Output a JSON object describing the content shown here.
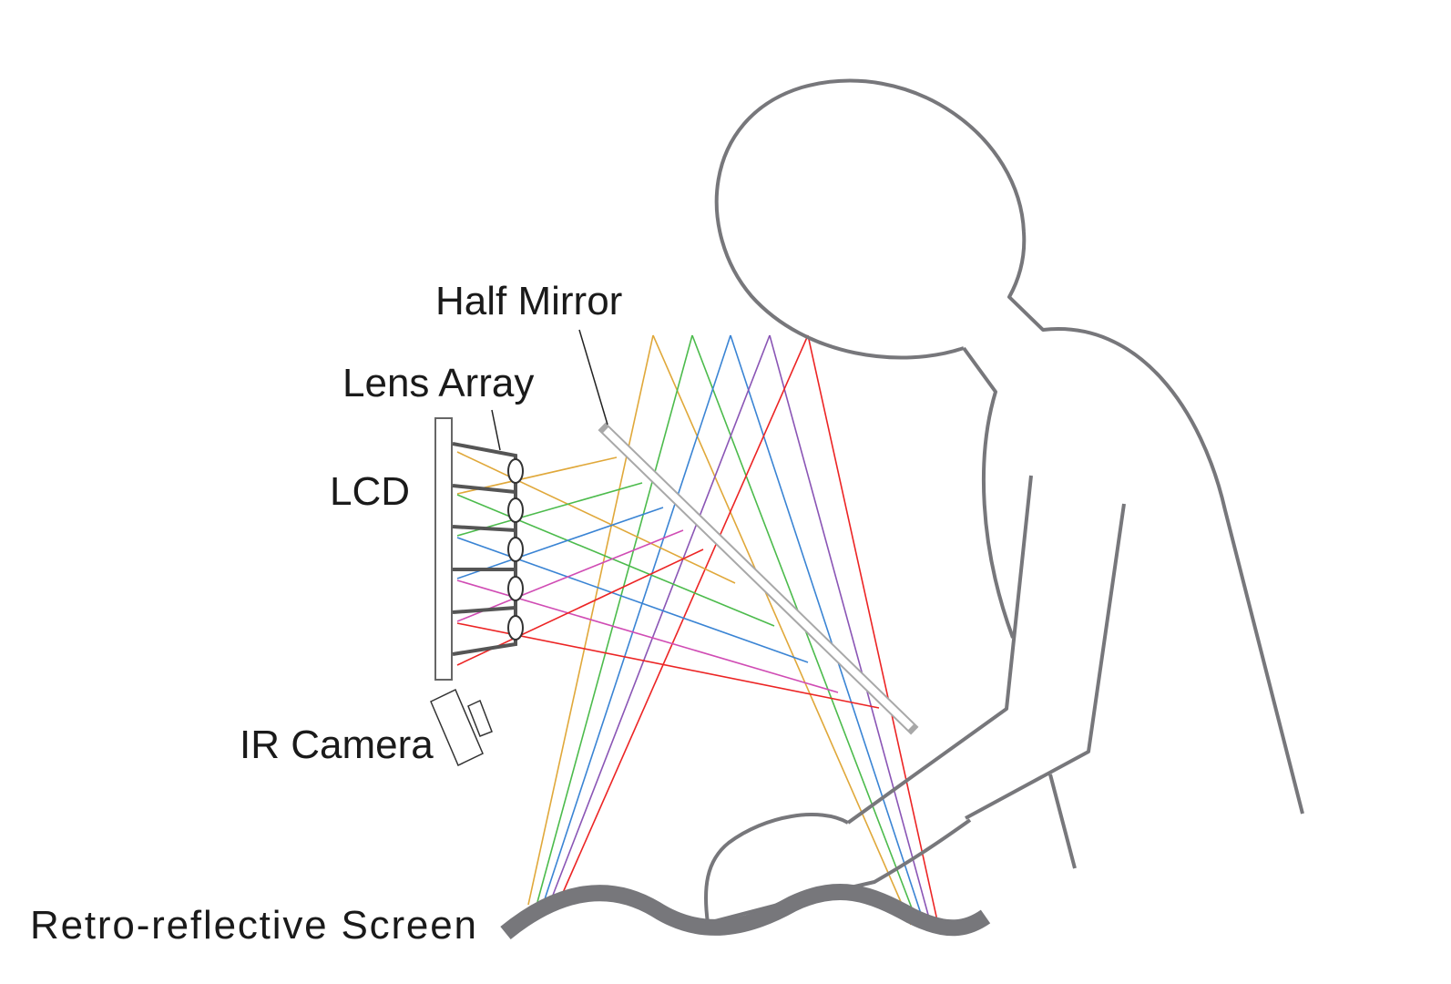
{
  "labels": {
    "half_mirror": "Half Mirror",
    "lens_array": "Lens Array",
    "lcd": "LCD",
    "ir_camera": "IR Camera",
    "screen": "Retro-reflective Screen"
  },
  "colors": {
    "outline": "#77777b",
    "orange": "#e0a83a",
    "green": "#4cbb4c",
    "blue": "#3a84d4",
    "purple": "#8a55b5",
    "magenta": "#d04cb4",
    "red": "#ec2424",
    "frame": "#555555"
  }
}
